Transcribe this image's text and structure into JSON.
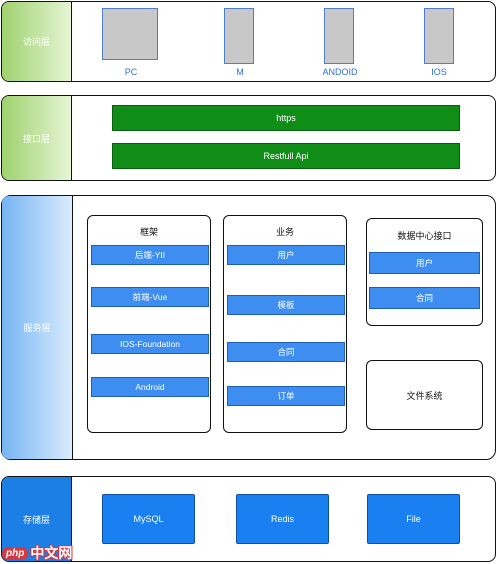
{
  "access_layer": {
    "label": "访问层",
    "devices": [
      {
        "label": "PC"
      },
      {
        "label": "M"
      },
      {
        "label": "ANDOID"
      },
      {
        "label": "IOS"
      }
    ]
  },
  "interface_layer": {
    "label": "接口层",
    "bars": [
      "https",
      "Restfull Api"
    ]
  },
  "service_layer": {
    "label": "服务层",
    "framework": {
      "title": "框架",
      "items": [
        "后端-YII",
        "前端-Vue",
        "IOS-Foundation",
        "Android"
      ]
    },
    "business": {
      "title": "业务",
      "items": [
        "用户",
        "模板",
        "合同",
        "订单"
      ]
    },
    "data_center": {
      "title": "数据中心接口",
      "items": [
        "用户",
        "合同"
      ]
    },
    "file_system": {
      "title": "文件系统"
    }
  },
  "storage_layer": {
    "label": "存储层",
    "stores": [
      "MySQL",
      "Redis",
      "File"
    ]
  },
  "watermark": {
    "php": "php",
    "cn": "中文网"
  },
  "colors": {
    "green_bar": "#0f8d17",
    "blue_box": "#3d8ef0",
    "storage_box": "#1a7ff0",
    "access_side": "#9ed26e",
    "service_side": "#75b4f2"
  }
}
